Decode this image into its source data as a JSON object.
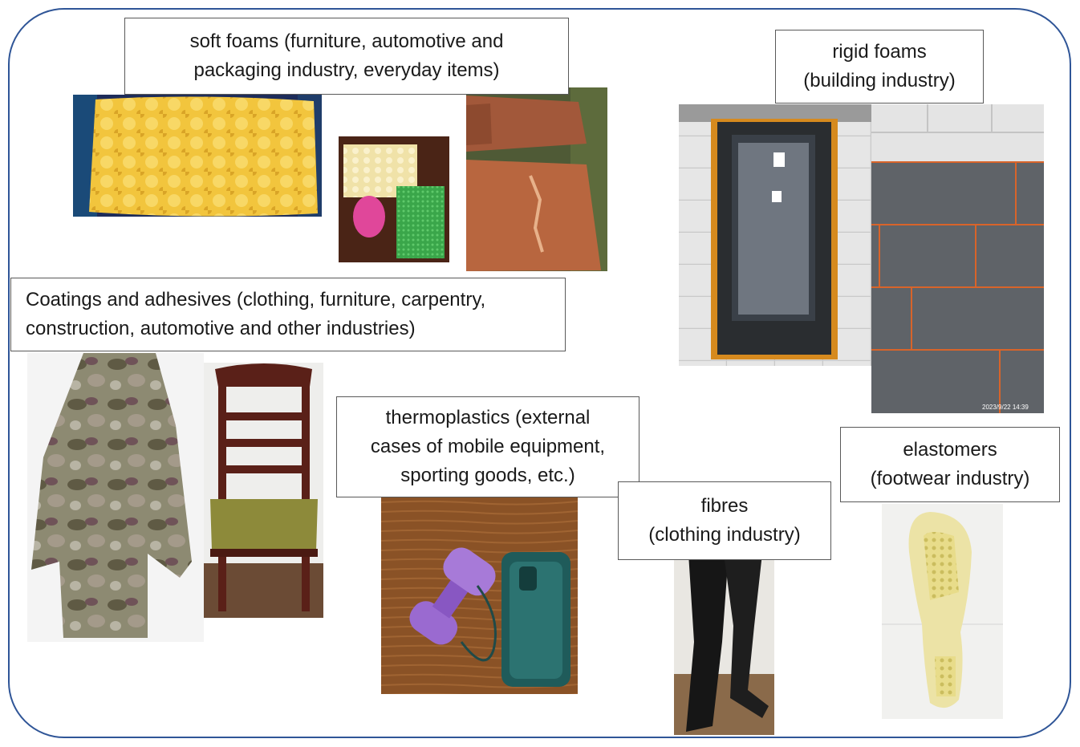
{
  "labels": {
    "soft_foams": [
      "soft foams (furniture, automotive and",
      "packaging industry, everyday items)"
    ],
    "rigid_foams": [
      "rigid foams",
      "(building industry)"
    ],
    "coatings": [
      "Coatings and adhesives (clothing, furniture, carpentry,",
      "construction, automotive and other industries)"
    ],
    "thermoplastics": [
      "thermoplastics (external",
      "cases of mobile equipment,",
      "sporting goods, etc.)"
    ],
    "fibres": [
      "fibres",
      "(clothing industry)"
    ],
    "elastomers": [
      "elastomers",
      "(footwear industry)"
    ]
  },
  "photo_stamp": "2023/9/22 14:39",
  "colors": {
    "frame": "#2f5597",
    "box_border": "#595959"
  }
}
